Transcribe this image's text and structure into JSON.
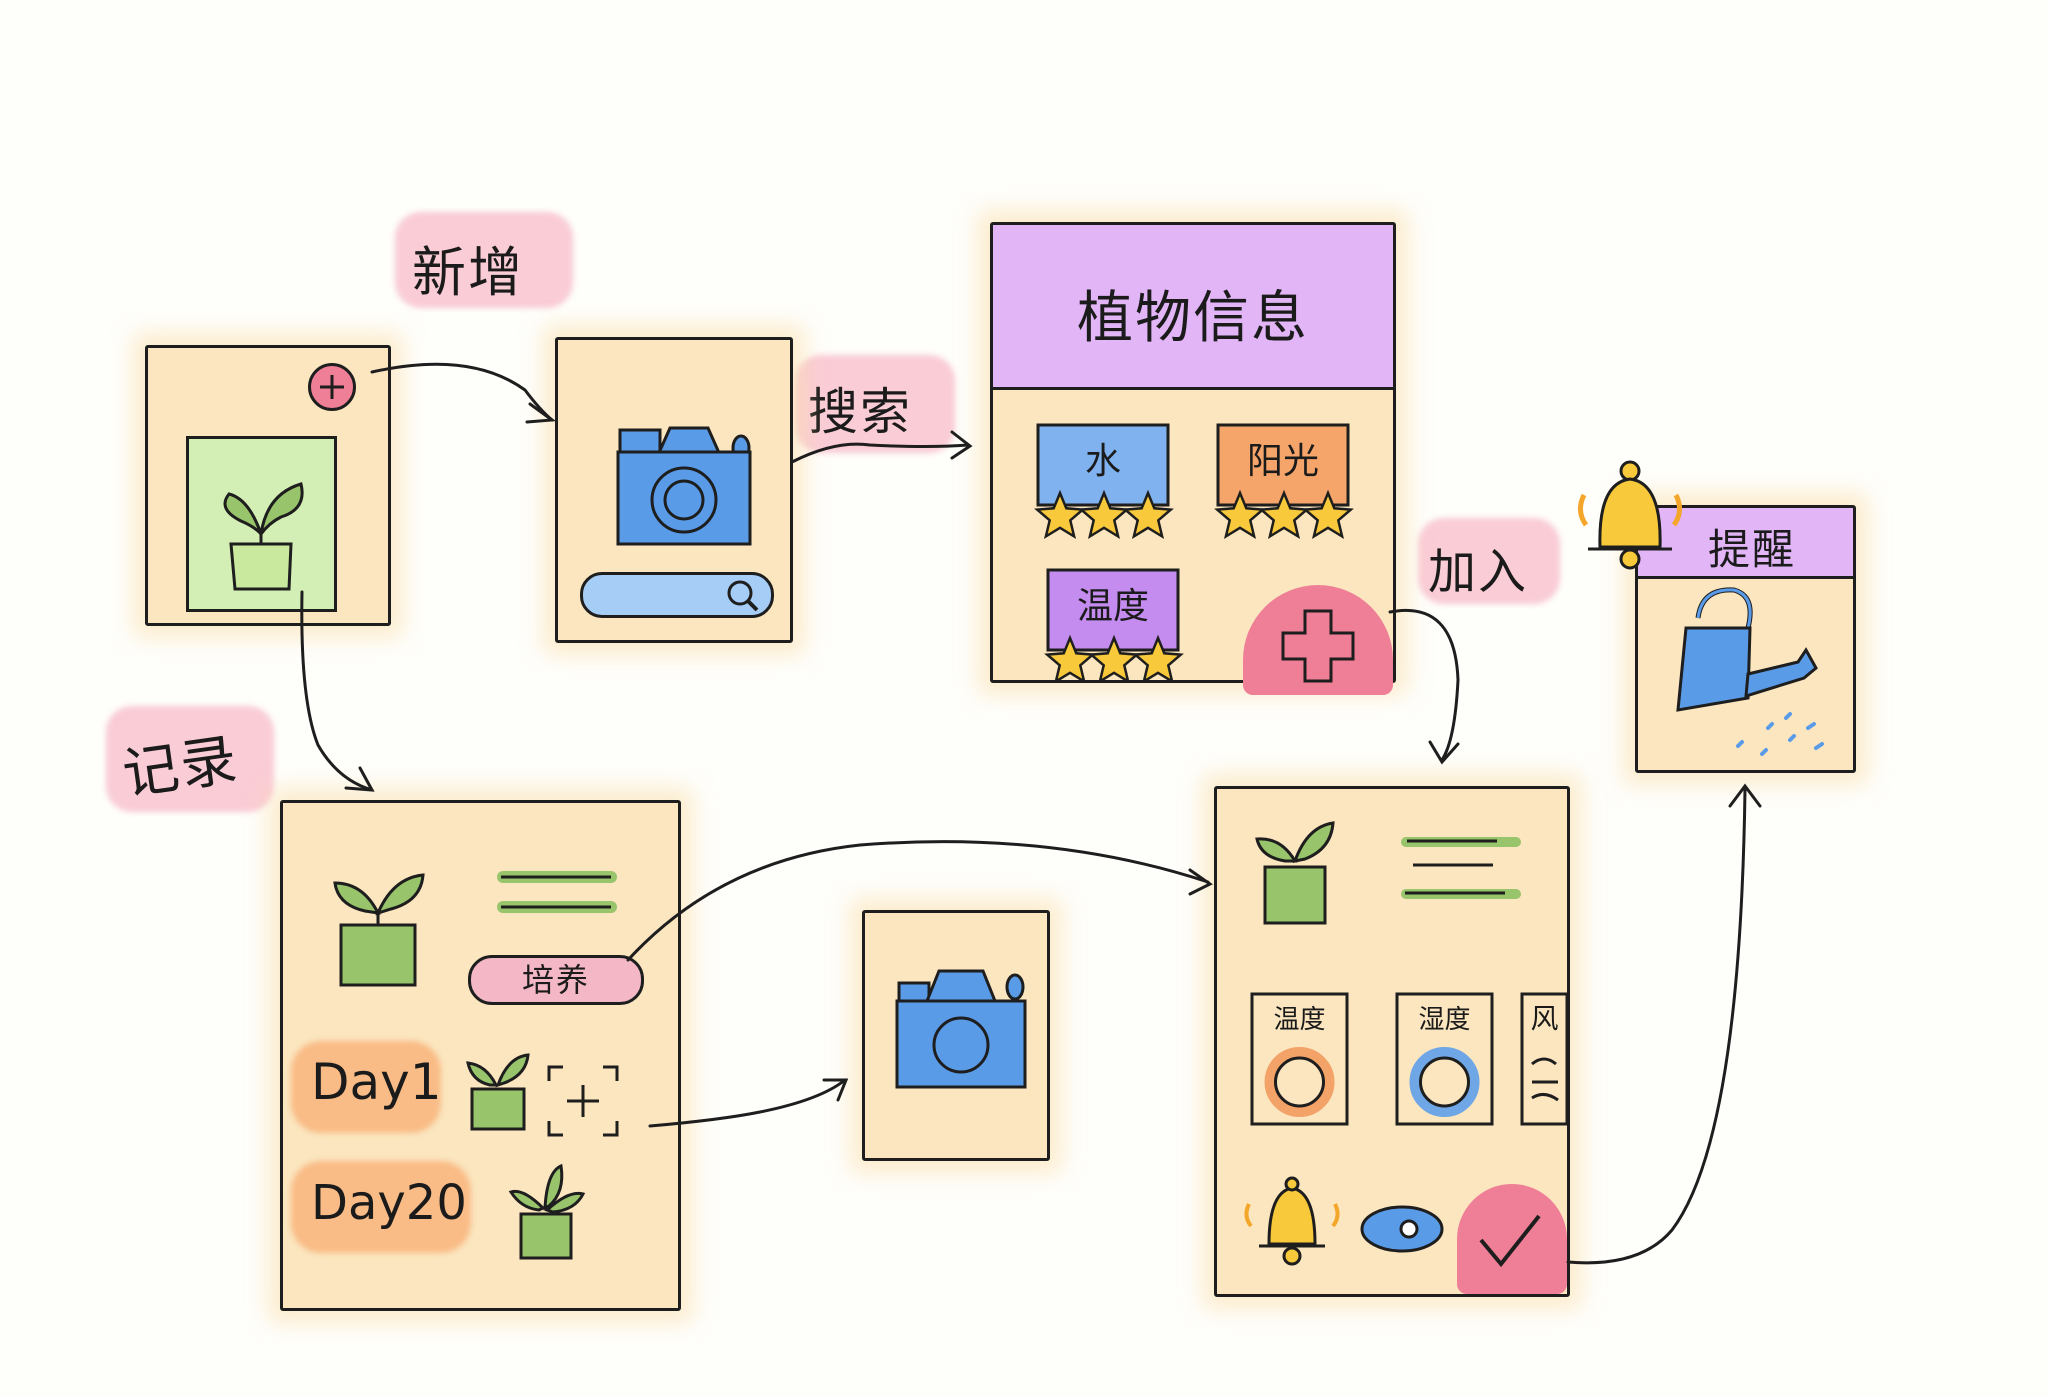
{
  "flow": {
    "add_label": "新增",
    "search_label": "搜索",
    "record_label": "记录",
    "join_label": "加入"
  },
  "plant_info": {
    "title": "植物信息",
    "cards": [
      {
        "label": "水",
        "color": "#7fb2ef",
        "stars": 3
      },
      {
        "label": "阳光",
        "color": "#f6a56a",
        "stars": 3
      },
      {
        "label": "温度",
        "color": "#c58cf0",
        "stars": 3
      }
    ]
  },
  "record_screen": {
    "culture_button": "培养",
    "day1": "Day1",
    "day20": "Day20"
  },
  "care_screen": {
    "gauges": [
      {
        "label": "温度",
        "color": "#f3a268"
      },
      {
        "label": "湿度",
        "color": "#6fa6e6"
      },
      {
        "label": "风"
      }
    ]
  },
  "reminder_screen": {
    "title": "提醒"
  },
  "colors": {
    "screen_bg": "#fbe6bf",
    "plant_green": "#98c46b",
    "camera_blue": "#5a9be8",
    "accent_pink": "#ee7f96",
    "purple": "#e2b5f7",
    "bell_yellow": "#f8c93a"
  }
}
